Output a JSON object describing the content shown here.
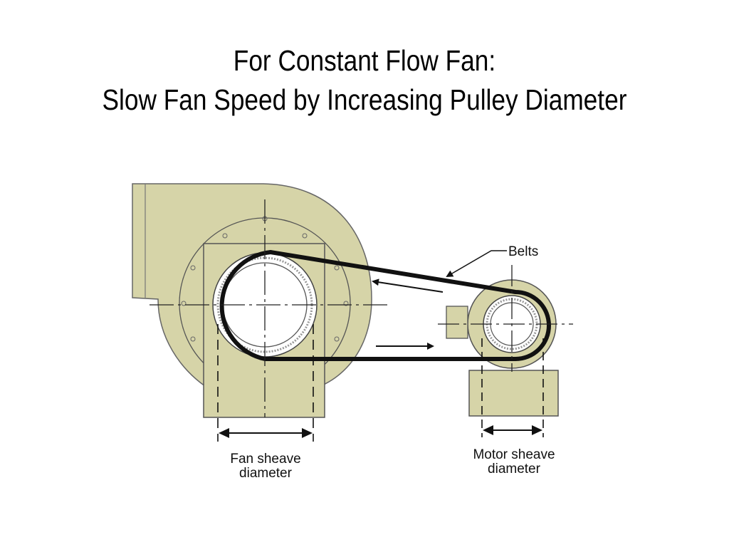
{
  "title": {
    "line1": "For Constant Flow Fan:",
    "line2": "Slow Fan Speed by Increasing Pulley Diameter"
  },
  "diagram": {
    "labels": {
      "belts": "Belts",
      "fan_sheave_line1": "Fan sheave",
      "fan_sheave_line2": "diameter",
      "motor_sheave_line1": "Motor sheave",
      "motor_sheave_line2": "diameter"
    },
    "colors": {
      "housing_fill": "#d6d4a8",
      "housing_stroke": "#555555",
      "belt": "#111111"
    }
  }
}
